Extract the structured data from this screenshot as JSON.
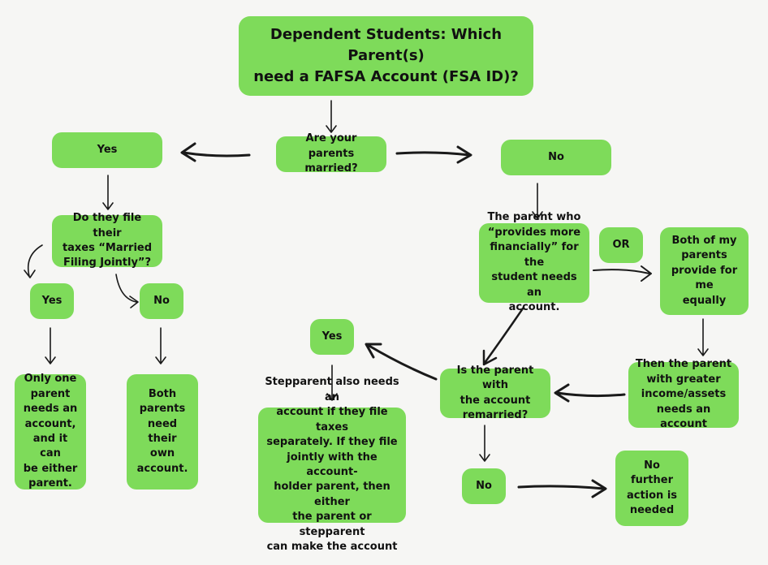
{
  "colors": {
    "background": "#f6f6f4",
    "node_fill": "#7edb5a",
    "text": "#111111",
    "arrow": "#1a1a1a"
  },
  "flowchart": {
    "title": "Dependent Students: Which Parent(s)\nneed a FAFSA Account (FSA ID)?",
    "q_married": "Are your parents\nmarried?",
    "married_yes": "Yes",
    "married_no": "No",
    "q_file_jointly": "Do they file their\ntaxes “Married\nFiling Jointly”?",
    "jointly_yes": "Yes",
    "jointly_no": "No",
    "only_one_parent": "Only one\nparent\nneeds an\naccount,\nand it can\nbe either\nparent.",
    "both_parents": "Both\nparents\nneed their\nown\naccount.",
    "provides_more": "The parent who\n“provides more\nfinancially” for the\nstudent needs an\naccount.",
    "or_label": "OR",
    "both_provide": "Both of my\nparents\nprovide for me\nequally",
    "greater_income": "Then the parent\nwith greater\nincome/assets\nneeds an account",
    "q_remarried": "Is the parent with\nthe account\nremarried?",
    "remarried_yes": "Yes",
    "remarried_no": "No",
    "stepparent": "Stepparent also needs an\naccount if they file taxes\nseparately. If they file\njointly with the account-\nholder parent, then either\nthe parent or stepparent\ncan make the account",
    "no_further": "No further\naction is\nneeded"
  }
}
